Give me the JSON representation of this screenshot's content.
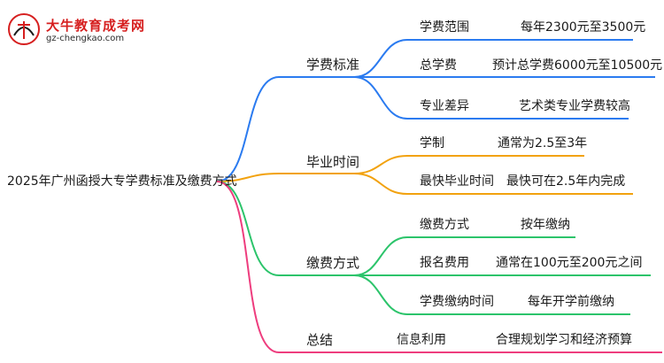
{
  "brand": {
    "name": "大牛教育成考网",
    "url": "gz-chengkao.com",
    "mark_text": "大牛"
  },
  "root": {
    "label": "2025年广州函授大专学费标准及缴费方式"
  },
  "colors": {
    "blue": "#2b7bf0",
    "orange": "#f2a20f",
    "green": "#2cc46b",
    "pink": "#ee3d7e",
    "logo_red": "#d61f1f"
  },
  "branches": [
    {
      "label": "学费标准",
      "items": [
        {
          "label": "学费范围",
          "value": "每年2300元至3500元"
        },
        {
          "label": "总学费",
          "value": "预计总学费6000元至10500元"
        },
        {
          "label": "专业差异",
          "value": "艺术类专业学费较高"
        }
      ]
    },
    {
      "label": "毕业时间",
      "items": [
        {
          "label": "学制",
          "value": "通常为2.5至3年"
        },
        {
          "label": "最快毕业时间",
          "value": "最快可在2.5年内完成"
        }
      ]
    },
    {
      "label": "缴费方式",
      "items": [
        {
          "label": "缴费方式",
          "value": "按年缴纳"
        },
        {
          "label": "报名费用",
          "value": "通常在100元至200元之间"
        },
        {
          "label": "学费缴纳时间",
          "value": "每年开学前缴纳"
        }
      ]
    },
    {
      "label": "总结",
      "items": [
        {
          "label": "信息利用",
          "value": "合理规划学习和经济预算"
        }
      ]
    }
  ]
}
